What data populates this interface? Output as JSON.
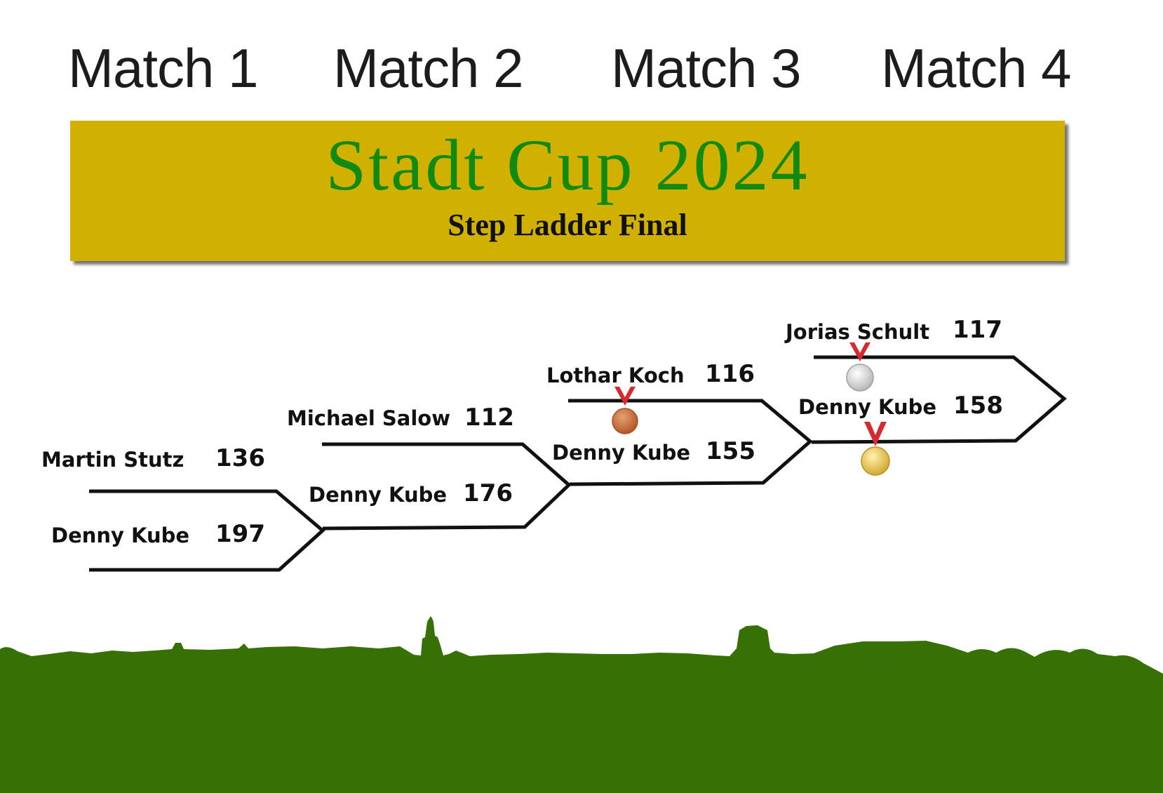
{
  "matches": [
    "Match 1",
    "Match 2",
    "Match 3",
    "Match 4"
  ],
  "banner": {
    "title": "Stadt Cup 2024",
    "subtitle": "Step Ladder Final",
    "background_color": "#d0b000",
    "title_color": "#108a10"
  },
  "games": [
    {
      "match": "Match 1",
      "top": {
        "name": "Martin Stutz",
        "score": "136"
      },
      "bottom": {
        "name": "Denny Kube",
        "score": "197"
      }
    },
    {
      "match": "Match 2",
      "top": {
        "name": "Michael Salow",
        "score": "112"
      },
      "bottom": {
        "name": "Denny Kube",
        "score": "176"
      }
    },
    {
      "match": "Match 3",
      "top": {
        "name": "Lothar Koch",
        "score": "116"
      },
      "bottom": {
        "name": "Denny Kube",
        "score": "155"
      }
    },
    {
      "match": "Match 4",
      "top": {
        "name": "Jorias Schult",
        "score": "117"
      },
      "bottom": {
        "name": "Denny Kube",
        "score": "158"
      }
    }
  ],
  "medals": [
    {
      "type": "bronze",
      "player": "Lothar Koch",
      "color": "#c8703a"
    },
    {
      "type": "silver",
      "player": "Jorias Schult",
      "color": "#d4d4d4"
    },
    {
      "type": "gold",
      "player": "Denny Kube",
      "color": "#e8c860"
    }
  ],
  "skyline_color": "#377004"
}
